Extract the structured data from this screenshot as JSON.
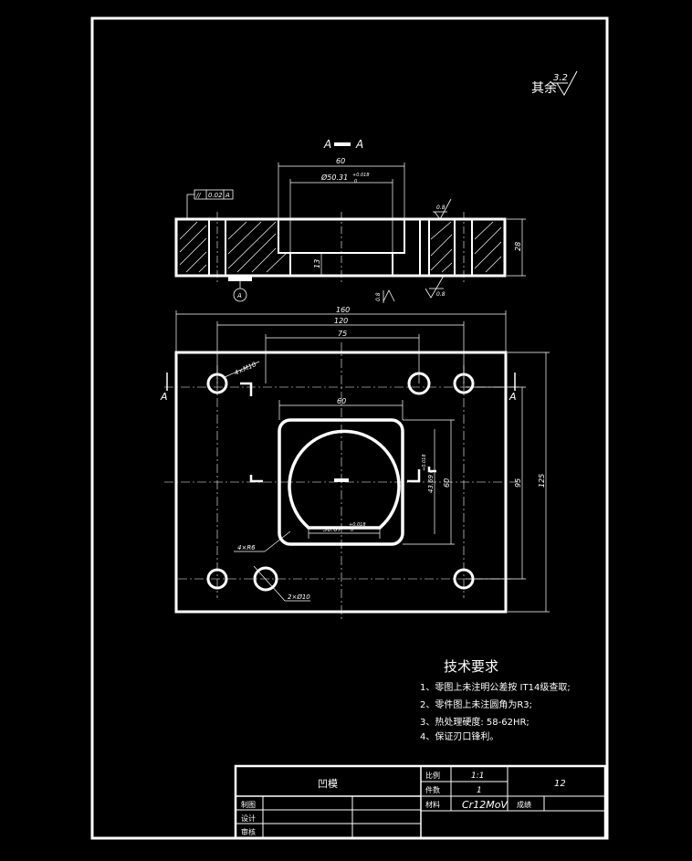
{
  "section": {
    "label": "A — A",
    "cut_left": "A",
    "cut_right": "A"
  },
  "roughness": {
    "prefix": "其余",
    "value": "3.2"
  },
  "section_view": {
    "dim_top": "60",
    "dim_bore": "Ø50.31",
    "dim_bore_tol_upper": "+0.018",
    "dim_bore_tol_lower": "0",
    "dim_height": "28",
    "dim_depth": "13",
    "gdt_symbol": "//",
    "gdt_value": "0.02",
    "gdt_datum": "A",
    "datum_label": "A",
    "rough_top": "0.8",
    "rough_bottom_left": "0.8",
    "rough_bottom_right": "0.8"
  },
  "plan_view": {
    "dim_160": "160",
    "dim_120": "120",
    "dim_75": "75",
    "dim_60_top": "60",
    "dim_60_right": "60",
    "dim_95": "95",
    "dim_125": "125",
    "dim_vert_tol": "43.69",
    "dim_vert_tol_upper": "+0.018",
    "dim_vert_tol_lower": "0",
    "dim_horiz_tol": "30.67",
    "dim_horiz_tol_upper": "+0.018",
    "dim_horiz_tol_lower": "0",
    "callout_thread": "4×M10",
    "callout_radius": "4×R6",
    "callout_pin": "2×Ø10"
  },
  "tech_requirements": {
    "title": "技术要求",
    "items": [
      "1、零图上未注明公差按 IT14级查取;",
      "2、零件图上未注圆角为R3;",
      "3、热处理硬度: 58-62HR;",
      "4、保证刃口锋利。"
    ]
  },
  "title_block": {
    "part_name": "凹模",
    "scale_label": "比例",
    "scale_value": "1:1",
    "qty_label": "件数",
    "qty_value": "1",
    "material_label": "材料",
    "material_value": "Cr12MoV",
    "grade_label": "成绩",
    "drawing_no": "12",
    "role_draw": "制图",
    "role_design": "设计",
    "role_review": "审核"
  }
}
